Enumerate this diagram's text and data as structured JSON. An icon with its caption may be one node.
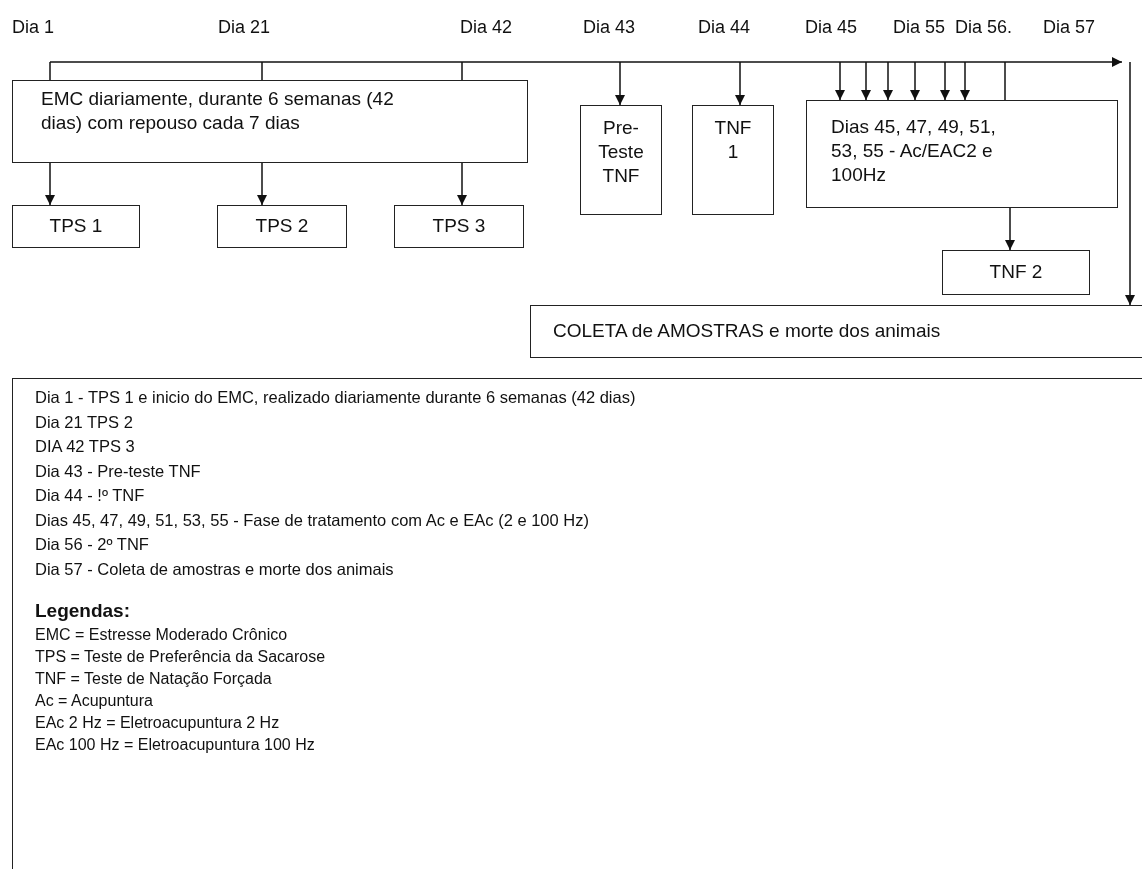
{
  "diagram": {
    "nodes": [
      {
        "text": [
          "EMC diariamente, durante 6 semanas (42 dias) com repouso cada 7 dias"
        ]
      },
      {
        "text": [
          "TPS 1"
        ]
      },
      {
        "text": [
          "TPS 2"
        ]
      },
      {
        "text": [
          "TPS 3"
        ]
      },
      {
        "text": [
          "Pre- Teste TNF"
        ]
      },
      {
        "text": [
          "TNF 1"
        ]
      },
      {
        "text": [
          "Dias 45, 47, 49, 51, 53, 55 - Ac/EAC2 e 100Hz"
        ]
      },
      {
        "text": [
          "TNF 2"
        ]
      },
      {
        "text": [
          "COLETA de AMOSTRAS e morte dos animais"
        ]
      },
      {
        "text": [
          "Dia 1 - TPS 1 e inicio do EMC, realizado diariamente durante 6 semanas (42 dias)",
          "Dia 21 TPS 2",
          "DIA 42 TPS 3",
          "Dia 43 - Pre-teste TNF",
          "Dia 44 - !º TNF",
          "Dias 45, 47, 49, 51, 53, 55 - Fase de tratamento com Ac e EAc (2 e 100 Hz)",
          "Dia 56 - 2º TNF",
          "Dia 57 - Coleta de amostras e morte dos animais",
          "Legendas:",
          "EMC = Estresse Moderado Crônico",
          "TPS = Teste de Preferência da Sacarose",
          "TNF = Teste de Natação Forçada",
          "Ac = Acupuntura",
          "EAc 2 Hz = Eletroacupuntura 2 Hz",
          "EAc 100 Hz = Eletroacupuntura 100 Hz"
        ]
      }
    ],
    "edges": [
      {
        "from": null,
        "to": 0,
        "arrow": "none"
      },
      {
        "from": null,
        "to": 0,
        "arrow": "none"
      },
      {
        "from": null,
        "to": 0,
        "arrow": "none"
      },
      {
        "from": 0,
        "to": 1,
        "arrow": "to"
      },
      {
        "from": 0,
        "to": 2,
        "arrow": "to"
      },
      {
        "from": 0,
        "to": 3,
        "arrow": "to"
      },
      {
        "from": null,
        "to": 4,
        "arrow": "to"
      },
      {
        "from": null,
        "to": 5,
        "arrow": "to"
      },
      {
        "from": null,
        "to": 6,
        "arrow": "to"
      },
      {
        "from": null,
        "to": 6,
        "arrow": "to"
      },
      {
        "from": null,
        "to": 6,
        "arrow": "to"
      },
      {
        "from": null,
        "to": 6,
        "arrow": "to"
      },
      {
        "from": null,
        "to": 6,
        "arrow": "to"
      },
      {
        "from": null,
        "to": 6,
        "arrow": "to"
      },
      {
        "from": null,
        "to": 6,
        "arrow": "none"
      },
      {
        "from": 6,
        "to": 7,
        "arrow": "to"
      },
      {
        "from": null,
        "to": 8,
        "arrow": "to"
      }
    ],
    "labels": [
      "Dia 1",
      "Dia 21",
      "Dia 42",
      "Dia 43",
      "Dia 44",
      "Dia 45",
      "Dia 55",
      "Dia 56.",
      "Dia 57"
    ]
  }
}
